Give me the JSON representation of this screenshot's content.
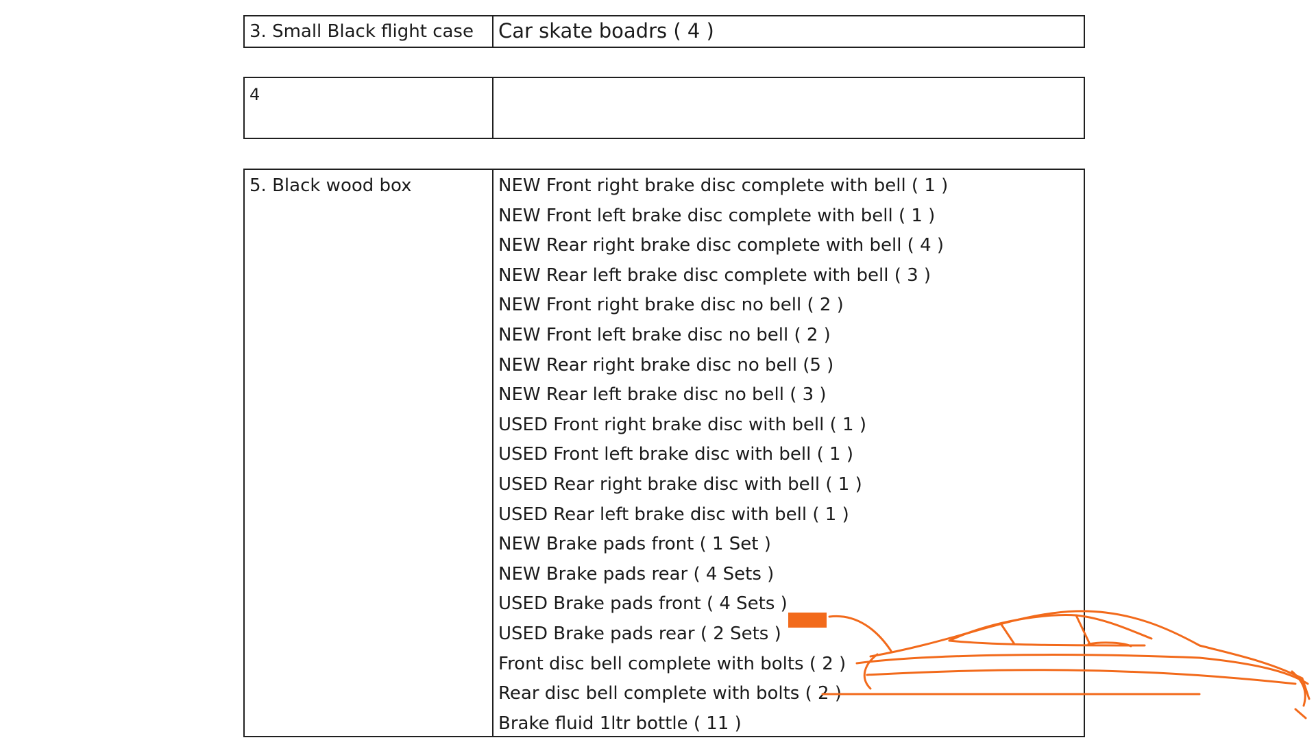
{
  "rows": [
    {
      "number_label": "3. Small Black flight case",
      "contents": "Car skate boadrs ( 4 )"
    },
    {
      "number_label": "4",
      "contents": ""
    },
    {
      "number_label": "5. Black wood box",
      "items": [
        "NEW Front right brake disc complete with bell ( 1 )",
        "NEW Front left brake disc complete with bell ( 1 )",
        "NEW Rear right brake disc complete with bell ( 4 )",
        "NEW Rear left brake disc complete with bell ( 3 )",
        "NEW Front right brake disc no bell ( 2 )",
        "NEW Front left brake disc no bell ( 2 )",
        "NEW Rear right brake disc no bell (5 )",
        "NEW Rear left brake disc no bell ( 3 )",
        "USED Front right brake disc with bell ( 1 )",
        "USED Front left brake disc with bell ( 1 )",
        "USED Rear right brake disc with bell ( 1 )",
        "USED Rear left brake disc with bell ( 1 )",
        "NEW Brake pads front ( 1 Set )",
        "NEW Brake pads rear ( 4 Sets )",
        "USED Brake pads front ( 4 Sets )",
        "USED Brake pads rear ( 2 Sets )",
        "Front disc bell complete with bolts ( 2 )",
        "Rear disc bell complete with bolts ( 2 )",
        "Brake fluid 1ltr bottle ( 11 )"
      ]
    }
  ],
  "watermark": {
    "icon": "car-silhouette-icon",
    "color": "#f26a1b"
  }
}
